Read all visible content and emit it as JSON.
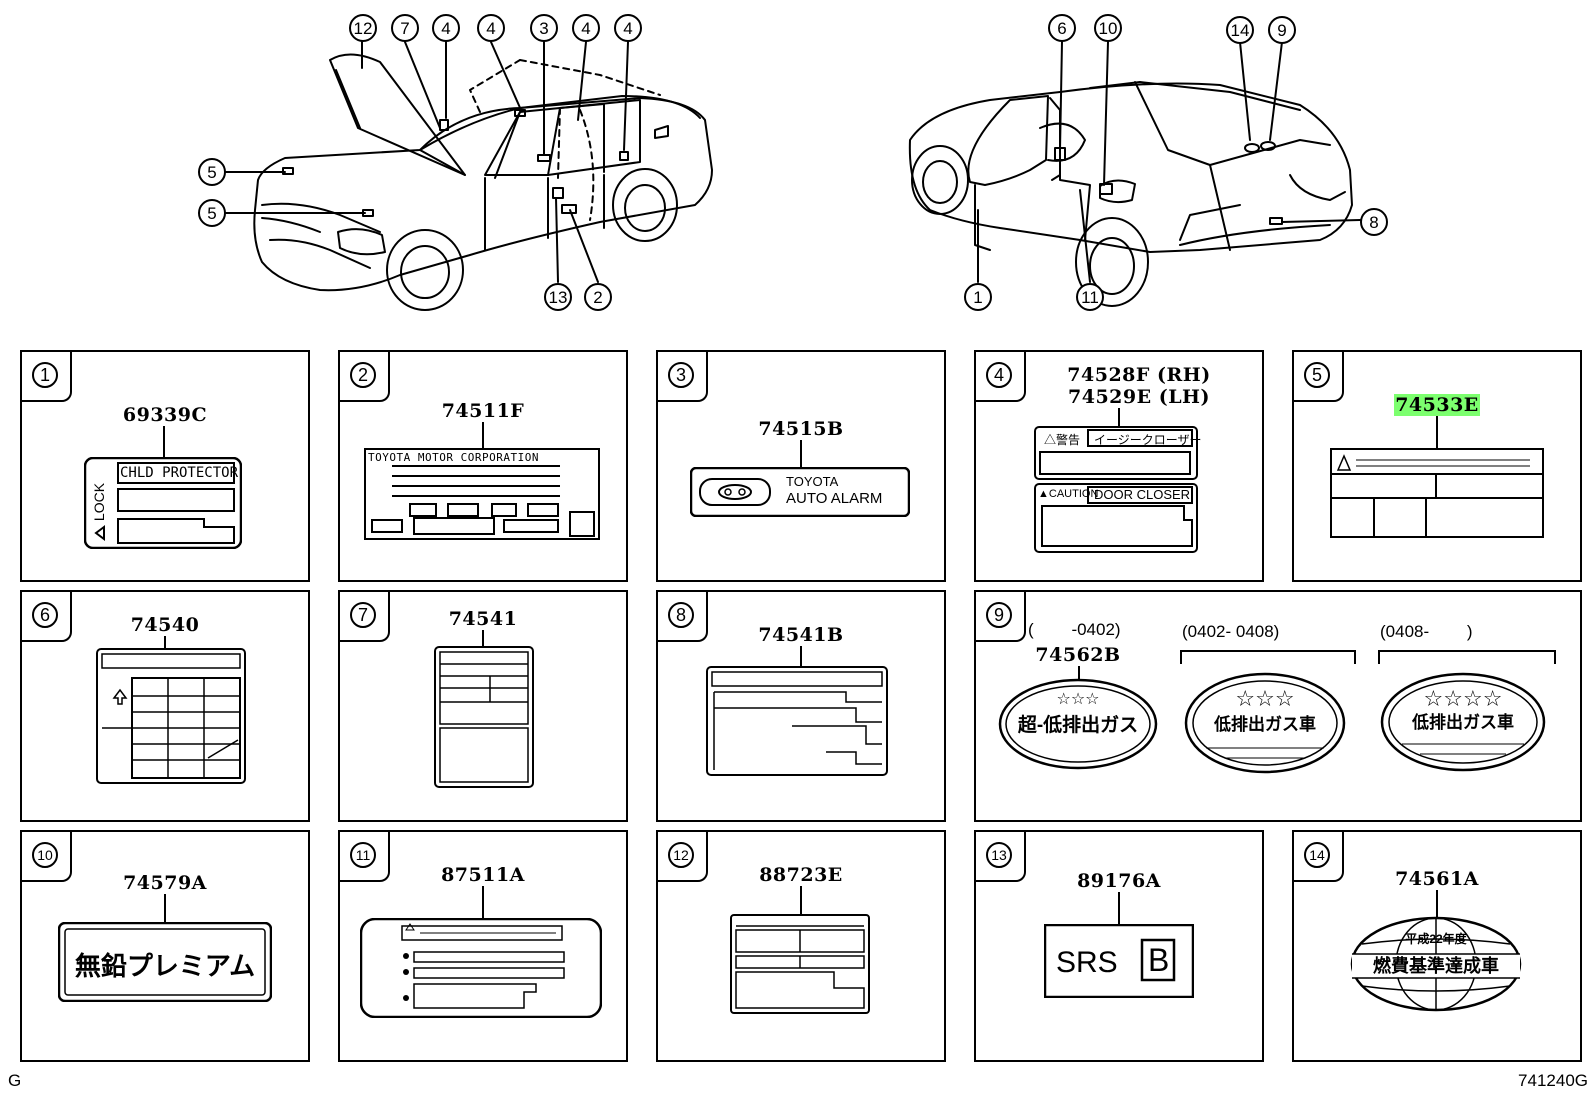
{
  "callouts": {
    "left_car": [
      "12",
      "7",
      "4",
      "4",
      "3",
      "4",
      "4",
      "5",
      "5",
      "13",
      "2"
    ],
    "right_car": [
      "6",
      "10",
      "14",
      "9",
      "8",
      "1",
      "11"
    ]
  },
  "panels": [
    {
      "num": "1",
      "part": "69339C",
      "label_text": {
        "header": "CHLD PROTECTOR",
        "side": "LOCK"
      }
    },
    {
      "num": "2",
      "part": "74511F",
      "label_text": {
        "header": "TOYOTA MOTOR CORPORATION"
      }
    },
    {
      "num": "3",
      "part": "74515B",
      "label_text": {
        "line1": "TOYOTA",
        "line2": "AUTO ALARM"
      }
    },
    {
      "num": "4",
      "part_rh": "74528F (RH)",
      "part_lh": "74529E (LH)",
      "label_text": {
        "top_warn": "警告",
        "top_name": "イージークローザー",
        "bottom_warn": "CAUTION",
        "bottom_name": "DOOR  CLOSER"
      }
    },
    {
      "num": "5",
      "part": "74533E",
      "highlighted": true
    },
    {
      "num": "6",
      "part": "74540"
    },
    {
      "num": "7",
      "part": "74541"
    },
    {
      "num": "8",
      "part": "74541B"
    },
    {
      "num": "9",
      "part": "74562B",
      "ranges": [
        "(        -0402)",
        "(0402- 0408)",
        "(0408-        )"
      ],
      "stickers": [
        "超-低排出ガス",
        "低排出ガス車",
        "低排出ガス車"
      ]
    },
    {
      "num": "10",
      "part": "74579A",
      "label_text": {
        "text": "無鉛プレミアム"
      }
    },
    {
      "num": "11",
      "part": "87511A"
    },
    {
      "num": "12",
      "part": "88723E"
    },
    {
      "num": "13",
      "part": "89176A",
      "label_text": {
        "srs": "SRS",
        "b": "B"
      }
    },
    {
      "num": "14",
      "part": "74561A",
      "label_text": {
        "top": "平成22年度",
        "main": "燃費基準達成車"
      }
    }
  ],
  "footer": {
    "left": "G",
    "right": "741240G"
  },
  "colors": {
    "highlight": "#7cff6e",
    "ink": "#000000"
  }
}
